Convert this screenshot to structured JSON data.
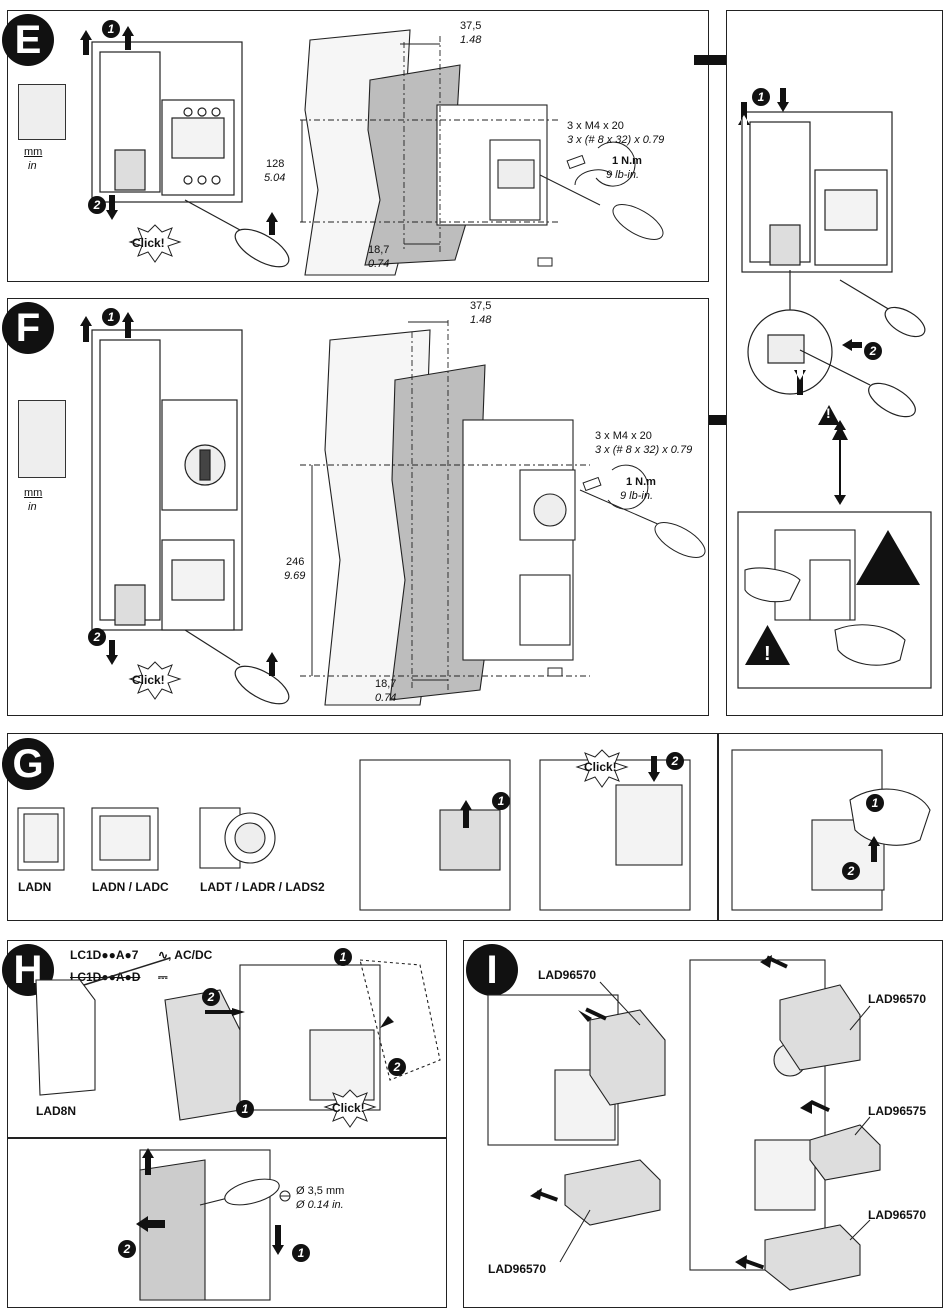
{
  "panels": {
    "E": {
      "letter": "E",
      "units_mm": "mm",
      "units_in": "in",
      "dim_top_mm": "37,5",
      "dim_top_in": "1.48",
      "dim_vert_mm": "128",
      "dim_vert_in": "5.04",
      "dim_bottom_mm": "18,7",
      "dim_bottom_in": "0.74",
      "screw_spec": "3 x M4 x 20",
      "screw_spec_in": "3 x (# 8 x 32) x 0.79",
      "torque_nm": "1 N.m",
      "torque_lb": "9 lb-in.",
      "click": "Click!",
      "step1": "1",
      "step2": "2"
    },
    "F": {
      "letter": "F",
      "units_mm": "mm",
      "units_in": "in",
      "dim_top_mm": "37,5",
      "dim_top_in": "1.48",
      "dim_vert_mm": "246",
      "dim_vert_in": "9.69",
      "dim_bottom_mm": "18,7",
      "dim_bottom_in": "0.74",
      "screw_spec": "3 x M4 x 20",
      "screw_spec_in": "3 x (# 8 x 32) x 0.79",
      "torque_nm": "1 N.m",
      "torque_lb": "9 lb-in.",
      "click": "Click!",
      "step1": "1",
      "step2": "2"
    },
    "side": {
      "step1": "1",
      "step2": "2"
    },
    "G": {
      "letter": "G",
      "labels": [
        "LADN",
        "LADN / LADC",
        "LADT / LADR / LADS2"
      ],
      "click": "Click!",
      "step1": "1",
      "step2": "2"
    },
    "H": {
      "letter": "H",
      "code_ac": "LC1D●●A●7",
      "ac_dc": "∿, AC/DC",
      "code_dc": "LC1D●●A●D",
      "dc_symbol": "⎓",
      "part": "LAD8N",
      "click": "Click!",
      "dia_mm": "Ø 3,5 mm",
      "dia_in": "Ø 0.14 in.",
      "step1": "1",
      "step2": "2"
    },
    "I": {
      "letter": "I",
      "part_a": "LAD96570",
      "part_b": "LAD96570",
      "part_c": "LAD96570",
      "part_d": "LAD96575",
      "part_e": "LAD96570"
    }
  }
}
